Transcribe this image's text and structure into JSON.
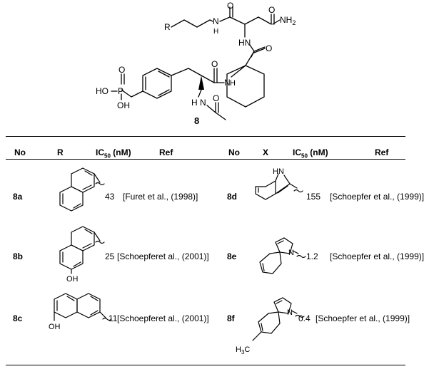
{
  "compound_label": "8",
  "structure_labels": {
    "r": "R",
    "nh_left": "N",
    "h_left": "H",
    "nh2": "NH",
    "nh2_sub": "2",
    "hn_mid": "HN",
    "o1": "O",
    "o2": "O",
    "o3": "O",
    "o4": "O",
    "o5": "O",
    "o6": "O",
    "p": "P",
    "ho": "HO",
    "oh": "OH",
    "nh_right": "N",
    "h_right": "H",
    "h_bottom": "H",
    "n_bottom": "N"
  },
  "table": {
    "headers": {
      "no_left": "No",
      "r": "R",
      "ic50_left": "IC",
      "ic50_left_sub": "50",
      "ic50_left_unit": " (nM)",
      "ref_left": "Ref",
      "no_right": "No",
      "x": "X",
      "ic50_right": "IC",
      "ic50_right_sub": "50",
      "ic50_right_unit": " (nM)",
      "ref_right": "Ref"
    },
    "rows": [
      {
        "id": "8a",
        "ic50": "43",
        "ref": "[Furet et al., (1998)]"
      },
      {
        "id": "8b",
        "ic50": "25",
        "ref": "[Schoepferet al., (2001)]"
      },
      {
        "id": "8c",
        "ic50": "11",
        "ref": "[Schoepferet al., (2001)]"
      },
      {
        "id": "8d",
        "ic50": "155",
        "ref": "[Schoepfer et al., (1999)]"
      },
      {
        "id": "8e",
        "ic50": "1.2",
        "ref": "[Schoepfer et al., (1999)]"
      },
      {
        "id": "8f",
        "ic50": "0.4",
        "ref": "[Schoepfer et al., (1999)]"
      }
    ],
    "substituent_labels": {
      "oh_8b": "OH",
      "oh_8c": "OH",
      "hn_8d": "HN",
      "n_8e": "N",
      "n_8f": "N",
      "h3c_8f": "H",
      "h3c_8f_sub": "3",
      "c_8f": "C"
    }
  }
}
